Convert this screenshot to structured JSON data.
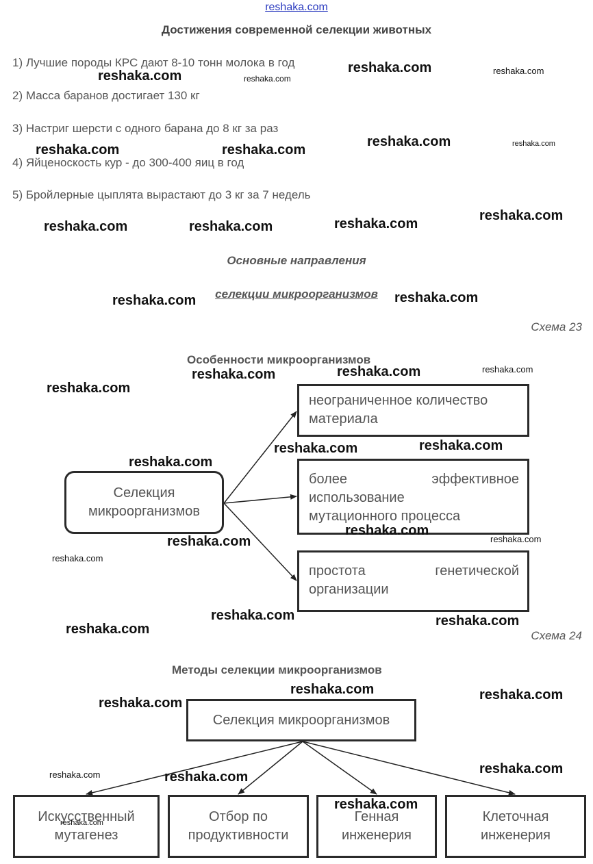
{
  "site_link": "reshaka.com",
  "section1": {
    "title": "Достижения современной селекции животных",
    "items": [
      "1) Лучшие породы КРС дают 8-10 тонн молока в год",
      "2) Масса баранов достигает 130 кг",
      "3) Настриг шерсти с одного барана до 8 кг за раз",
      "4) Яйценоскость кур - до 300-400 яиц в год",
      "5) Бройлерные цыплята вырастают до 3 кг за 7 недель"
    ]
  },
  "section2": {
    "line1": "Основные направления",
    "line2": "селекции микроорганизмов"
  },
  "scheme23": {
    "label": "Схема 23",
    "title": "Особенности микроорганизмов",
    "center": "Селекция микроорганизмов",
    "box1": {
      "line1": "неограниченное количество",
      "line2": "материала"
    },
    "box2": {
      "line1": "более эффективное",
      "line2": "использование",
      "line3": "мутационного процесса"
    },
    "box3": {
      "line1": "простота генетической",
      "line2": "организации"
    }
  },
  "scheme24": {
    "label": "Схема 24",
    "title": "Методы селекции микроорганизмов",
    "top": "Селекция микроорганизмов",
    "children": [
      {
        "line1": "Искусственный",
        "line2": "мутагенез"
      },
      {
        "line1": "Отбор по",
        "line2": "продуктивности"
      },
      {
        "line1": "Генная",
        "line2": "инженерия"
      },
      {
        "line1": "Клеточная",
        "line2": "инженерия"
      }
    ]
  },
  "watermark": {
    "text": "reshaka.com"
  }
}
